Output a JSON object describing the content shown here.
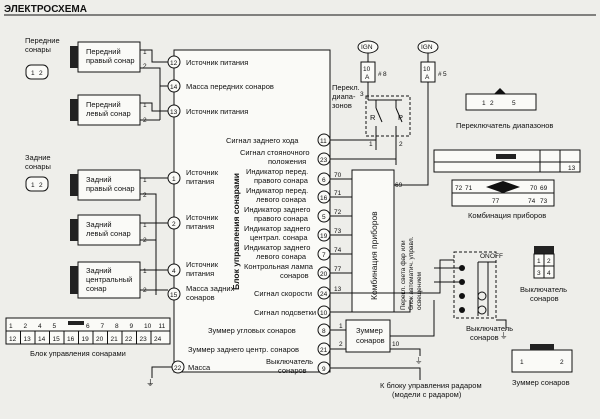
{
  "title": "ЭЛЕКТРОСХЕМА",
  "left_connectors": {
    "front": {
      "label_line1": "Передние",
      "label_line2": "сонары",
      "pins": [
        "1",
        "2"
      ]
    },
    "rear": {
      "label_line1": "Задние",
      "label_line2": "сонары",
      "pins": [
        "1",
        "2"
      ]
    }
  },
  "sonars": [
    {
      "line1": "Передний",
      "line2": "правый сонар",
      "pin_a": "1",
      "pin_b": "2"
    },
    {
      "line1": "Передний",
      "line2": "левый сонар",
      "pin_a": "1",
      "pin_b": "2"
    },
    {
      "line1": "Задний",
      "line2": "правый сонар",
      "pin_a": "1",
      "pin_b": "2"
    },
    {
      "line1": "Задний",
      "line2": "левый сонар",
      "pin_a": "1",
      "pin_b": "2"
    },
    {
      "line1": "Задний",
      "line2": "центральный",
      "line3": "сонар",
      "pin_a": "1",
      "pin_b": "2"
    }
  ],
  "control_unit_label": "Блок управления сонарами",
  "left_pins": [
    {
      "num": "12",
      "line1": "Источник питания"
    },
    {
      "num": "14",
      "line1": "Масса передних сонаров"
    },
    {
      "num": "13",
      "line1": "Источник питания"
    },
    {
      "num": "1",
      "line1": "Источник",
      "line2": "питания"
    },
    {
      "num": "2",
      "line1": "Источник",
      "line2": "питания"
    },
    {
      "num": "4",
      "line1": "Источник",
      "line2": "питания"
    },
    {
      "num": "15",
      "line1": "Масса задних",
      "line2": "сонаров"
    }
  ],
  "right_pins": [
    {
      "num": "11",
      "line1": "Сигнал заднего хода"
    },
    {
      "num": "23",
      "line1": "Сигнал стояночного",
      "line2": "положения"
    },
    {
      "num": "6",
      "line1": "Индикатор перед.",
      "line2": "правого сонара"
    },
    {
      "num": "16",
      "line1": "Индикатор перед.",
      "line2": "левого сонара"
    },
    {
      "num": "5",
      "line1": "Индикатор заднего",
      "line2": "правого сонара"
    },
    {
      "num": "19",
      "line1": "Индикатор заднего",
      "line2": "централ. сонара"
    },
    {
      "num": "7",
      "line1": "Индикатор заднего",
      "line2": "левого сонара"
    },
    {
      "num": "20",
      "line1": "Контрольная лампа",
      "line2": "сонаров"
    },
    {
      "num": "24",
      "line1": "Сигнал скорости"
    },
    {
      "num": "10",
      "line1": "Сигнал подсветки"
    },
    {
      "num": "8",
      "line1": "Зуммер угловых сонаров"
    },
    {
      "num": "21",
      "line1": "Зуммер заднего центр. сонаров"
    },
    {
      "num": "9",
      "line1": "Выключатель",
      "line2": "сонаров"
    },
    {
      "num": "22",
      "line1": "Масса"
    }
  ],
  "wire_numbers": [
    "70",
    "71",
    "72",
    "73",
    "74",
    "77",
    "13",
    "69",
    "1",
    "2",
    "5"
  ],
  "ign": [
    {
      "label": "IGN",
      "fuse_amp": "10",
      "fuse_unit": "A",
      "fuse_num": "8"
    },
    {
      "label": "IGN",
      "fuse_amp": "10",
      "fuse_unit": "A",
      "fuse_num": "5"
    }
  ],
  "range_switch": {
    "label_line1": "Перекл.",
    "label_line2": "диапа-",
    "label_line3": "зонов",
    "pos_r": "R",
    "pos_p": "P",
    "pins": [
      "1",
      "2",
      "3"
    ]
  },
  "instrument_cluster": "Комбинация приборов",
  "vertical_note_lines": [
    "Перекл. света фар или",
    "блок автоматич. управл.",
    "освещением"
  ],
  "buzzer": {
    "line1": "Зуммер",
    "line2": "сонаров",
    "pins": [
      "1",
      "2",
      "10"
    ]
  },
  "switch": {
    "label_line1": "Выключатель",
    "label_line2": "сонаров",
    "on": "ON",
    "off": "OFF"
  },
  "radar_note": {
    "line1": "К блоку управления радаром",
    "line2": "(модели с радаром)"
  },
  "legends": {
    "range_switch_conn": {
      "label": "Переключатель диапазонов",
      "pins": [
        "1",
        "2",
        "5"
      ]
    },
    "cluster_conn": {
      "label": "Комбинация приборов",
      "pins_a": [
        "72",
        "71",
        "77"
      ],
      "pins_b": [
        "70",
        "69",
        "74",
        "73"
      ],
      "pin_c": "13"
    },
    "switch_conn": {
      "label_line1": "Выключатель",
      "label_line2": "сонаров",
      "pins": [
        "1",
        "2",
        "3",
        "4"
      ]
    },
    "buzzer_conn": {
      "label": "Зуммер сонаров",
      "pins": [
        "1",
        "2"
      ]
    },
    "control_unit_conn": {
      "label": "Блок управления сонарами",
      "row1": [
        "1",
        "2",
        "4",
        "5",
        "6",
        "7",
        "8",
        "9",
        "10",
        "11"
      ],
      "row2": [
        "12",
        "13",
        "14",
        "15",
        "16",
        "19",
        "20",
        "21",
        "22",
        "23",
        "24"
      ]
    }
  },
  "markers": {
    "ground": "⏚",
    "fuse_hash": "#"
  }
}
